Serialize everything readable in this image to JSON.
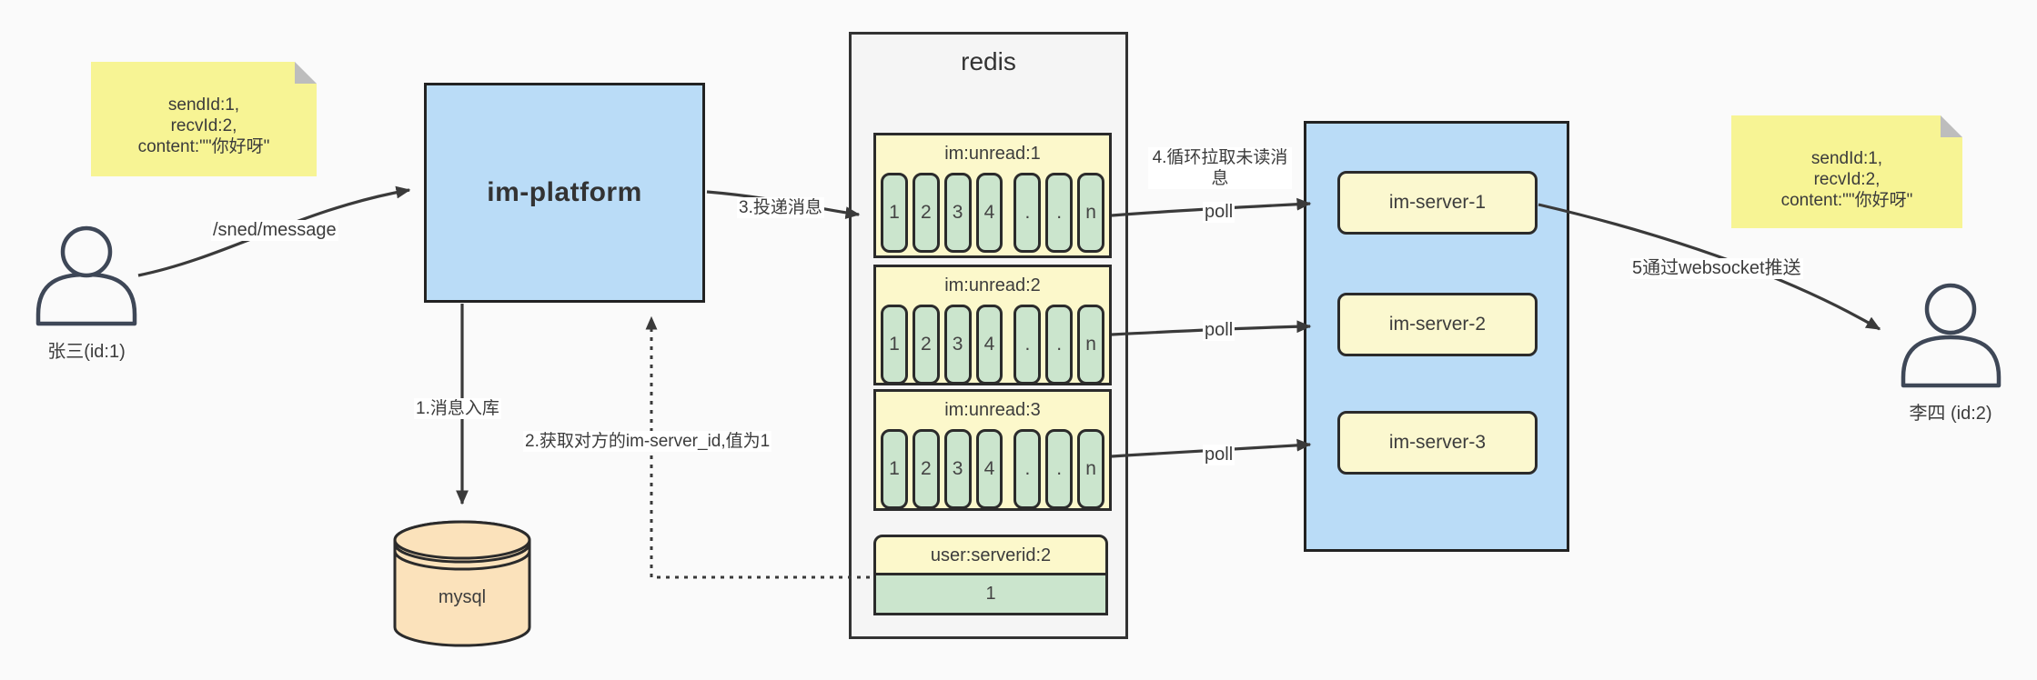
{
  "notes": {
    "left": {
      "text": "sendId:1,\nrecvId:2,\ncontent:\"\"你好呀\""
    },
    "right": {
      "text": "sendId:1,\nrecvId:2,\ncontent:\"\"你好呀\""
    }
  },
  "actors": {
    "sender": {
      "label": "张三(id:1)"
    },
    "receiver": {
      "label": "李四 (id:2)"
    }
  },
  "platform": {
    "label": "im-platform"
  },
  "mysql": {
    "label": "mysql"
  },
  "redis": {
    "title": "redis",
    "lists": [
      {
        "title": "im:unread:1",
        "cells": [
          "1",
          "2",
          "3",
          "4",
          ".",
          ".",
          "n"
        ]
      },
      {
        "title": "im:unread:2",
        "cells": [
          "1",
          "2",
          "3",
          "4",
          ".",
          ".",
          "n"
        ]
      },
      {
        "title": "im:unread:3",
        "cells": [
          "1",
          "2",
          "3",
          "4",
          ".",
          ".",
          "n"
        ]
      }
    ],
    "mapping": {
      "title": "user:serverid:2",
      "value": "1"
    }
  },
  "servers": {
    "items": [
      {
        "label": "im-server-1"
      },
      {
        "label": "im-server-2"
      },
      {
        "label": "im-server-3"
      }
    ]
  },
  "edges": {
    "send": "/sned/message",
    "step1": "1.消息入库",
    "step2": "2.获取对方的im-server_id,值为1",
    "step3": "3.投递消息",
    "step4": "4.循环拉取未读消息",
    "step5": "5通过websocket推送",
    "poll1": "poll",
    "poll2": "poll",
    "poll3": "poll"
  },
  "colors": {
    "box_blue": "#badcf7",
    "list_yellow": "#fcf8cb",
    "server_yellow": "#fbf8cf",
    "note_yellow": "#f7f494",
    "cell_green": "#cbe5cd",
    "cylinder_orange": "#fbe2bb",
    "container_gray": "#f5f5f5",
    "stroke_dark": "#3a3a3a"
  }
}
